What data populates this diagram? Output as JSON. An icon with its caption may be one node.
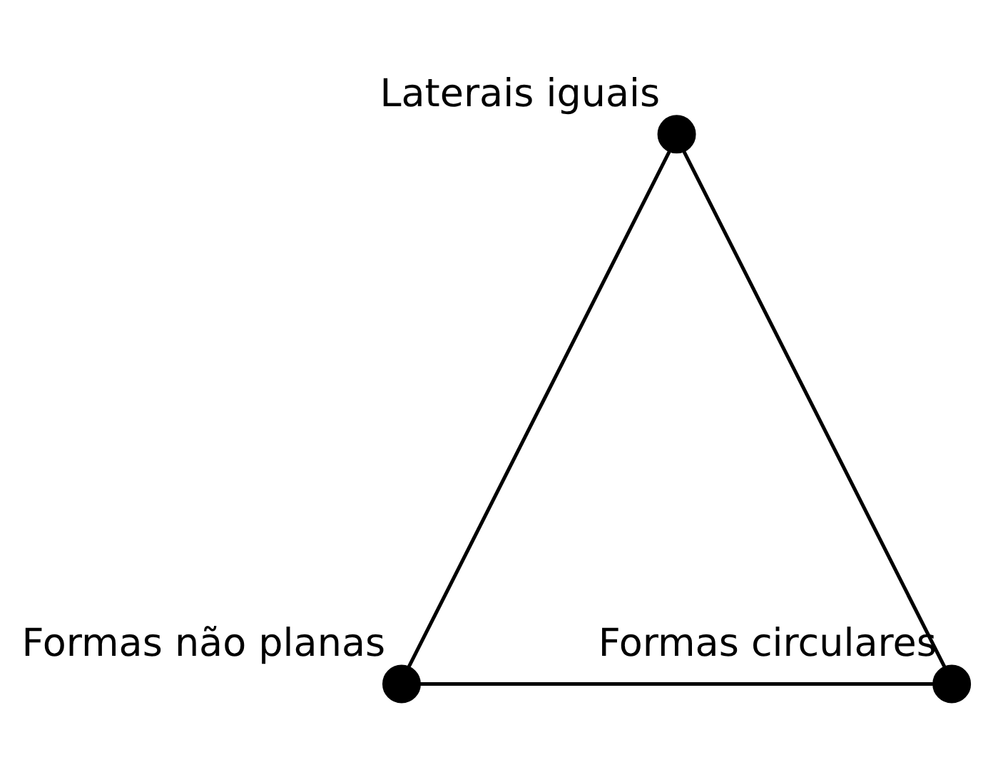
{
  "diagram": {
    "nodes": [
      {
        "text": [],
        "shape": "circle",
        "beside": [
          "Laterais iguais"
        ]
      },
      {
        "text": [],
        "shape": "circle",
        "beside": [
          "Formas não planas"
        ]
      },
      {
        "text": [],
        "shape": "circle",
        "beside": [
          "Formas circulares"
        ]
      }
    ],
    "edges": [
      {
        "from": 0,
        "to": 1,
        "arrow": "none"
      },
      {
        "from": 0,
        "to": 2,
        "arrow": "none"
      },
      {
        "from": 1,
        "to": 2,
        "arrow": "none"
      }
    ]
  }
}
